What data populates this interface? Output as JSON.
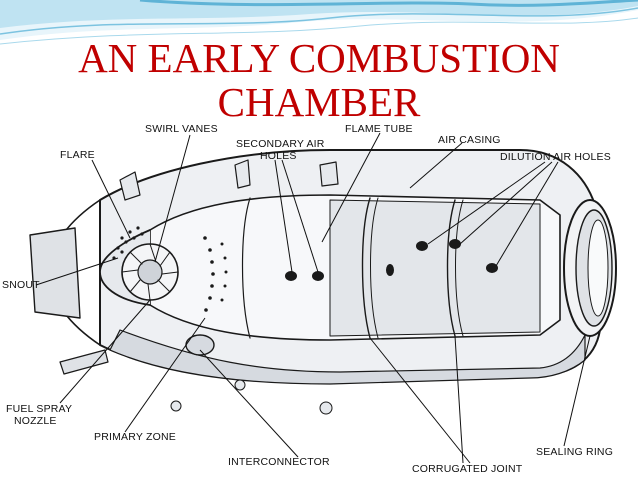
{
  "title": {
    "line1": "AN EARLY COMBUSTION",
    "line2": "CHAMBER"
  },
  "labels": {
    "swirl_vanes": "SWIRL VANES",
    "secondary_air": "SECONDARY AIR",
    "holes": "HOLES",
    "flame_tube": "FLAME TUBE",
    "air_casing": "AIR CASING",
    "flare": "FLARE",
    "dilution_air_holes": "DILUTION AIR HOLES",
    "snout": "SNOUT",
    "fuel_spray": "FUEL SPRAY",
    "nozzle": "NOZZLE",
    "primary_zone": "PRIMARY ZONE",
    "interconnector": "INTERCONNECTOR",
    "sealing_ring": "SEALING RING",
    "corrugated_joint": "CORRUGATED JOINT"
  },
  "colors": {
    "title": "#c00000",
    "wave_top": "#5fb3d6",
    "wave_light": "#bfe3f2",
    "outline": "#1a1a1a"
  }
}
